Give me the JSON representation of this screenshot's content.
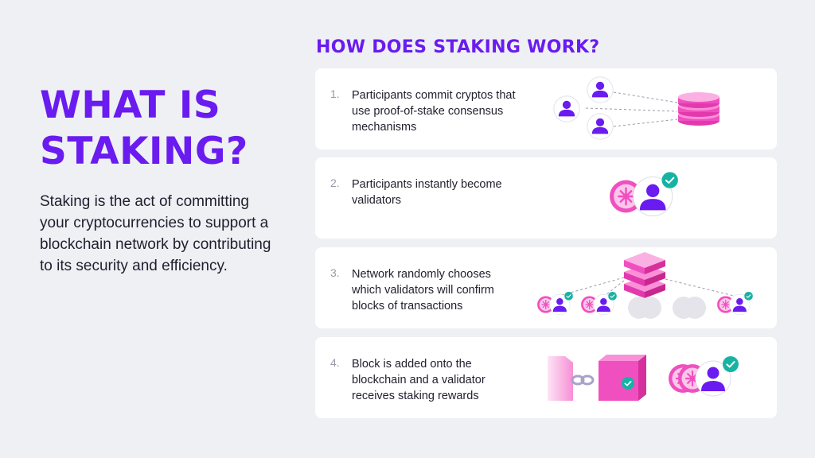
{
  "left": {
    "title_lines": [
      "WHAT IS",
      "STAKING?"
    ],
    "description": "Staking is the act of committing your cryptocurrencies to support a blockchain network by contributing to its security and efficiency."
  },
  "section_title": "HOW DOES STAKING WORK?",
  "steps": [
    {
      "number": "1.",
      "text": "Participants commit cryptos that use proof-of-stake consensus mechanisms",
      "icon": "users-to-coin-stack-icon"
    },
    {
      "number": "2.",
      "text": "Participants instantly become validators",
      "icon": "validator-icon"
    },
    {
      "number": "3.",
      "text": "Network randomly chooses which validators will confirm blocks of transactions",
      "icon": "network-selection-icon"
    },
    {
      "number": "4.",
      "text": "Block is added onto the blockchain and a validator receives staking rewards",
      "icon": "blockchain-reward-icon"
    }
  ],
  "colors": {
    "accent": "#6a1bf0",
    "pink": "#f04fc0",
    "pink_light": "#fbc6ea",
    "background": "#eef0f4",
    "check_teal": "#16b3a3"
  }
}
